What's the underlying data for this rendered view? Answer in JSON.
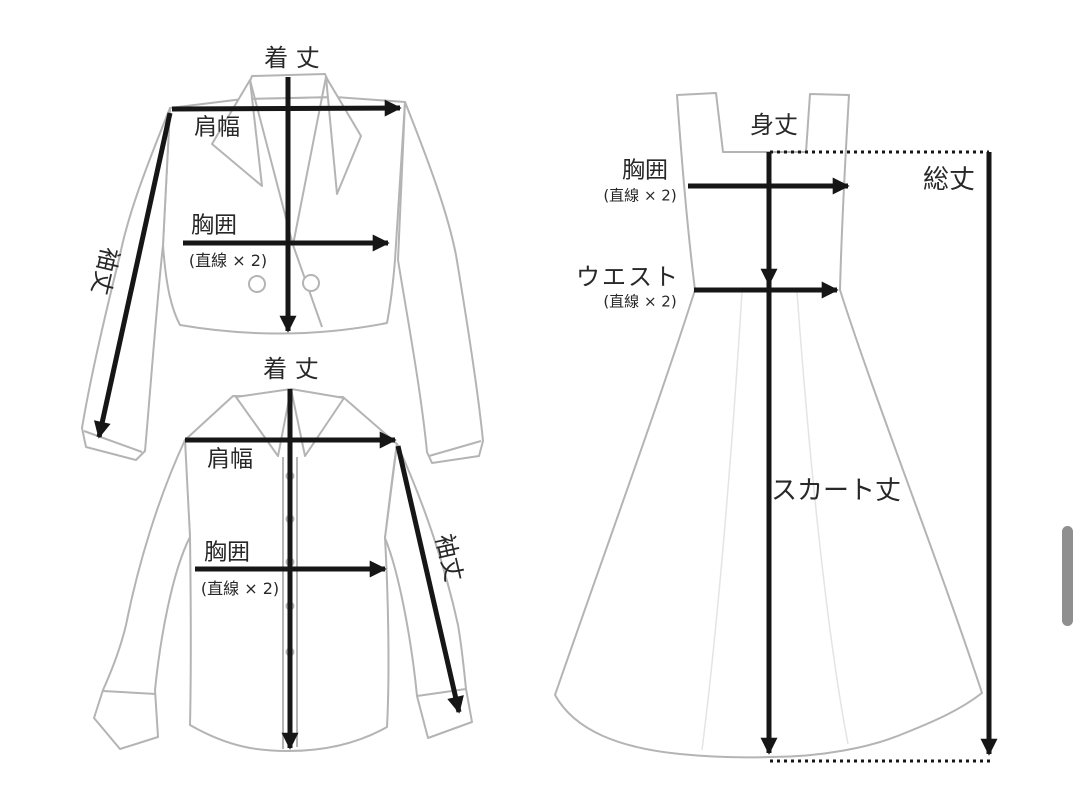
{
  "colors": {
    "garment_outline": "#b4b4b4",
    "arrow": "#161616",
    "text": "#282828",
    "scrollbar_thumb": "#8f8f8f"
  },
  "jacket": {
    "length_label": "着 丈",
    "shoulder_label": "肩幅",
    "chest_label": "胸囲",
    "chest_note": "(直線 × 2)",
    "sleeve_label": "袖丈"
  },
  "shirt": {
    "length_label": "着 丈",
    "shoulder_label": "肩幅",
    "chest_label": "胸囲",
    "chest_note": "(直線 × 2)",
    "sleeve_label": "袖丈"
  },
  "dress": {
    "body_length_label": "身丈",
    "chest_label": "胸囲",
    "chest_note": "(直線 × 2)",
    "waist_label": "ウエスト",
    "waist_note": "(直線 × 2)",
    "total_length_label": "総丈",
    "skirt_length_label": "スカート丈"
  }
}
